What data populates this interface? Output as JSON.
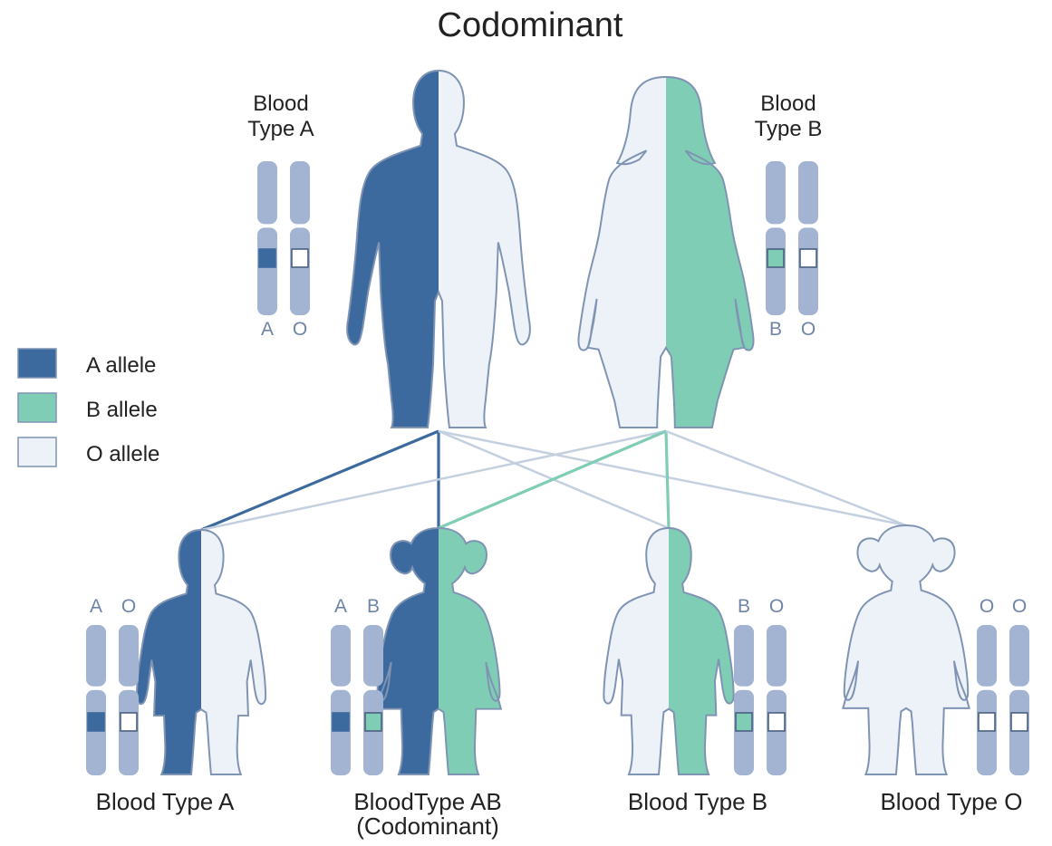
{
  "title": "Codominant",
  "colors": {
    "a_allele": "#3d6a9e",
    "b_allele": "#80cdb5",
    "o_allele": "#edf1f8",
    "chromosome": "#a3b4d2",
    "outline": "#7f93b3",
    "line_light": "#c4d0e0"
  },
  "legend": [
    {
      "key": "a",
      "label": "A allele"
    },
    {
      "key": "b",
      "label": "B allele"
    },
    {
      "key": "o",
      "label": "O allele"
    }
  ],
  "parents": [
    {
      "id": "father",
      "label_line1": "Blood",
      "label_line2": "Type A",
      "alleles": [
        {
          "text": "A",
          "type": "a"
        },
        {
          "text": "O",
          "type": "o"
        }
      ],
      "halves": [
        "a",
        "o"
      ],
      "figure": "man"
    },
    {
      "id": "mother",
      "label_line1": "Blood",
      "label_line2": "Type B",
      "alleles": [
        {
          "text": "B",
          "type": "b"
        },
        {
          "text": "O",
          "type": "o"
        }
      ],
      "halves": [
        "o",
        "b"
      ],
      "figure": "woman"
    }
  ],
  "children": [
    {
      "id": "child-a",
      "label_line1": "Blood Type A",
      "label_line2": "",
      "alleles": [
        {
          "text": "A",
          "type": "a"
        },
        {
          "text": "O",
          "type": "o"
        }
      ],
      "halves": [
        "a",
        "o"
      ],
      "figure": "boy"
    },
    {
      "id": "child-ab",
      "label_line1": "BloodType AB",
      "label_line2": "(Codominant)",
      "alleles": [
        {
          "text": "A",
          "type": "a"
        },
        {
          "text": "B",
          "type": "b"
        }
      ],
      "halves": [
        "a",
        "b"
      ],
      "figure": "girl"
    },
    {
      "id": "child-b",
      "label_line1": "Blood Type B",
      "label_line2": "",
      "alleles": [
        {
          "text": "B",
          "type": "b"
        },
        {
          "text": "O",
          "type": "o"
        }
      ],
      "halves": [
        "o",
        "b"
      ],
      "figure": "boy"
    },
    {
      "id": "child-o",
      "label_line1": "Blood Type O",
      "label_line2": "",
      "alleles": [
        {
          "text": "O",
          "type": "o"
        },
        {
          "text": "O",
          "type": "o"
        }
      ],
      "halves": [
        "o",
        "o"
      ],
      "figure": "girl"
    }
  ],
  "inheritance_lines": [
    {
      "from": "father",
      "to": "child-a",
      "type": "a"
    },
    {
      "from": "father",
      "to": "child-ab",
      "type": "a"
    },
    {
      "from": "father",
      "to": "child-b",
      "type": "o"
    },
    {
      "from": "father",
      "to": "child-o",
      "type": "o"
    },
    {
      "from": "mother",
      "to": "child-a",
      "type": "o"
    },
    {
      "from": "mother",
      "to": "child-ab",
      "type": "b"
    },
    {
      "from": "mother",
      "to": "child-b",
      "type": "b"
    },
    {
      "from": "mother",
      "to": "child-o",
      "type": "o"
    }
  ]
}
